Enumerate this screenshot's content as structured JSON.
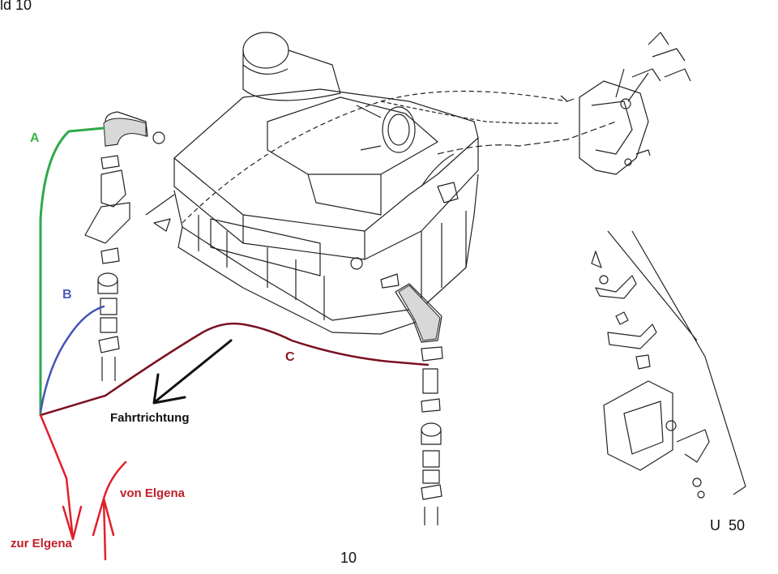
{
  "header": {
    "corner_label": "ld 10"
  },
  "labels": {
    "a": "A",
    "b": "B",
    "c": "C",
    "direction": "Fahrtrichtung",
    "to": "zur Elgena",
    "from": "von Elgena",
    "code": "U  50",
    "page": "10"
  },
  "colors": {
    "line_a": "#2eaa4a",
    "line_b": "#4455b8",
    "line_c": "#7a1020",
    "arrows_red": "#e0202a",
    "arrow_black": "#111111",
    "drawing": "#222222",
    "label_a": "#3ab54a",
    "label_b": "#4a5bc0",
    "label_c": "#8a1a1a",
    "label_direction": "#111111",
    "label_red": "#c0202a"
  }
}
